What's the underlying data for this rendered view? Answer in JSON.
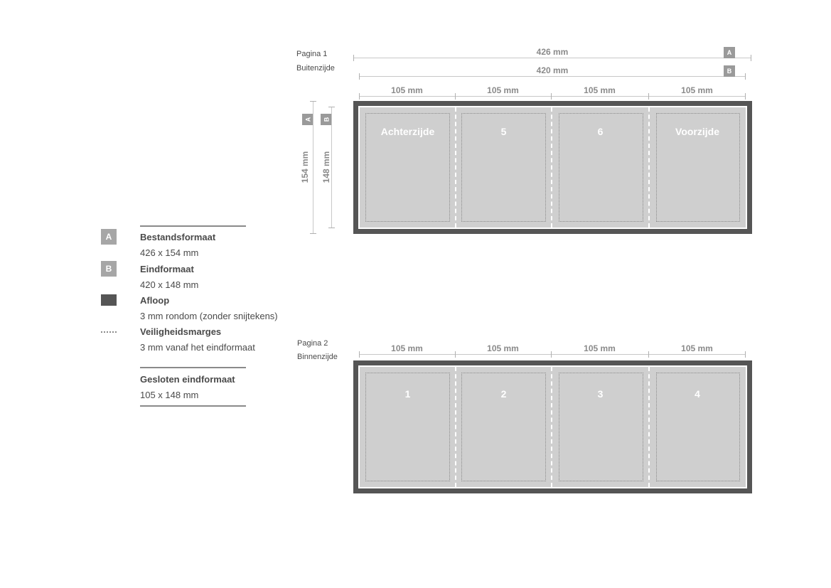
{
  "page1": {
    "title": "Pagina 1",
    "subtitle": "Buitenzijde",
    "dim_a": "426 mm",
    "dim_b": "420 mm",
    "panel_widths": [
      "105 mm",
      "105 mm",
      "105 mm",
      "105 mm"
    ],
    "height_a": "154 mm",
    "height_b": "148 mm",
    "panels": [
      "Achterzijde",
      "5",
      "6",
      "Voorzijde"
    ]
  },
  "page2": {
    "title": "Pagina 2",
    "subtitle": "Binnenzijde",
    "panel_widths": [
      "105 mm",
      "105 mm",
      "105 mm",
      "105 mm"
    ],
    "panels": [
      "1",
      "2",
      "3",
      "4"
    ]
  },
  "badges": {
    "a": "A",
    "b": "B"
  },
  "legend": {
    "a_title": "Bestandsformaat",
    "a_value": "426 x 154 mm",
    "b_title": "Eindformaat",
    "b_value": "420 x 148 mm",
    "bleed_title": "Afloop",
    "bleed_value": "3 mm rondom (zonder snijtekens)",
    "safety_title": "Veiligheidsmarges",
    "safety_value": "3 mm vanaf het eindformaat",
    "closed_title": "Gesloten eindformaat",
    "closed_value": "105 x 148 mm"
  },
  "colors": {
    "bleed": "#555555",
    "trim": "#cfcfcf",
    "badge": "#a6a6a6"
  }
}
